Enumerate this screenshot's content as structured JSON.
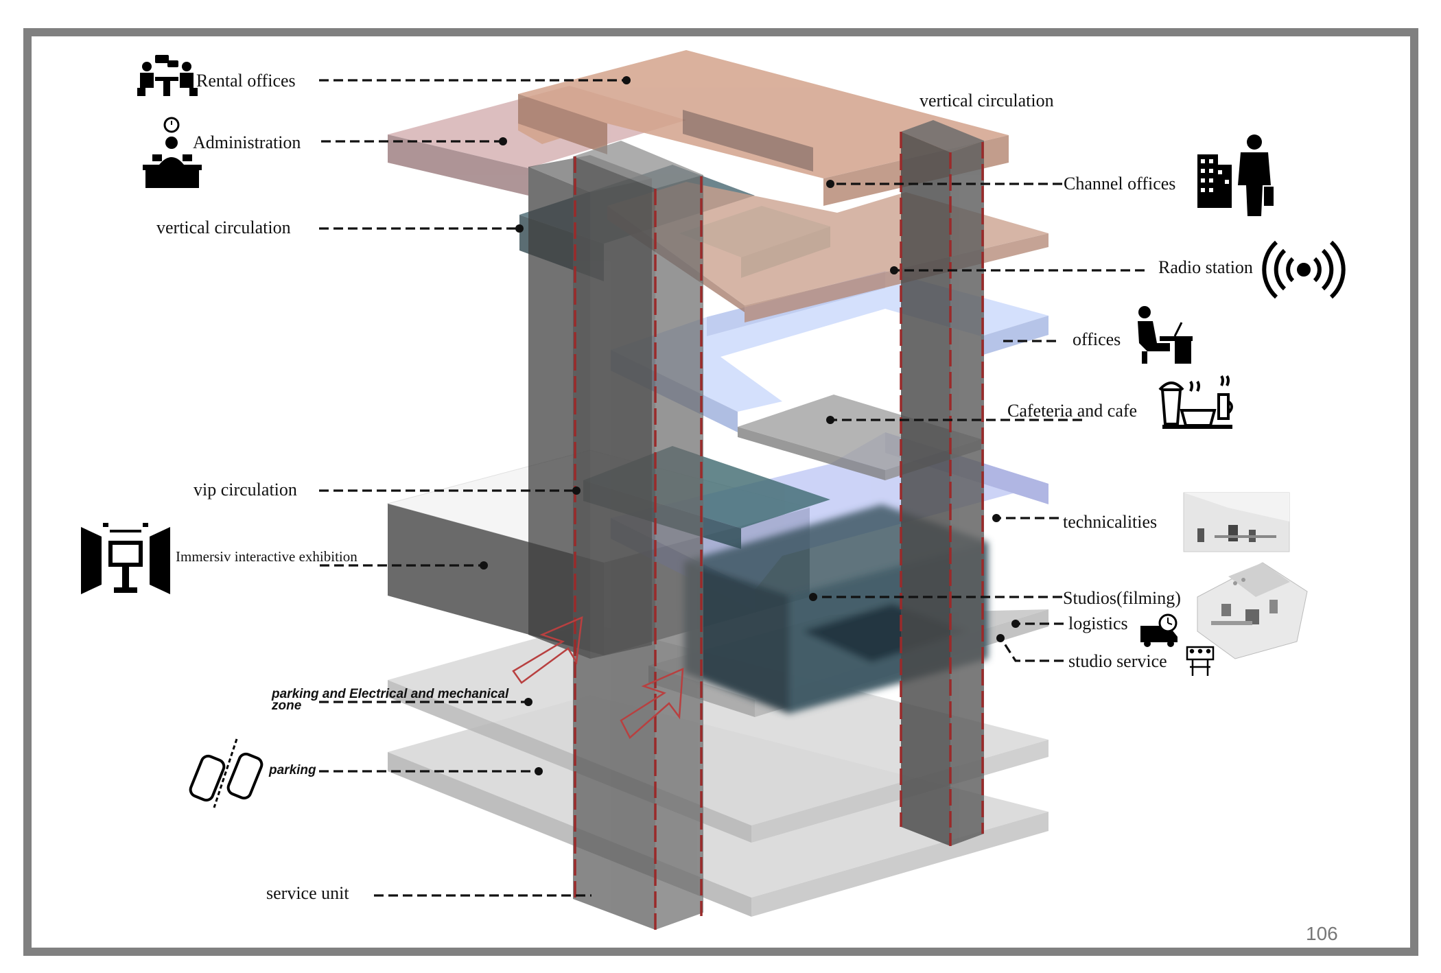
{
  "page_number": "106",
  "labels": {
    "rental_offices": "Rental  offices",
    "administration": "Administration",
    "vertical_circulation_left": "vertical circulation",
    "vertical_circulation_right": "vertical circulation",
    "channel_offices": "Channel offices",
    "radio_station": "Radio station",
    "offices": "offices",
    "cafeteria": "Cafeteria and cafe",
    "vip_circulation": "vip circulation",
    "technicalities": "technicalities",
    "immersive_exhibition": "Immersiv interactive exhibition",
    "studios": "Studios(filming)",
    "logistics": "logistics",
    "studio_service": "studio service",
    "parking_electrical_line1": "parking and Electrical and mechanical",
    "parking_electrical_line2": "zone",
    "parking": "parking",
    "service_unit": "service unit"
  },
  "icons": [
    "meeting-icon",
    "administration-desk-icon",
    "building-businessman-icon",
    "radio-broadcast-icon",
    "office-worker-icon",
    "coffee-cup-icon",
    "exhibition-screen-icon",
    "truck-clock-icon",
    "studio-service-icon",
    "cars-icon",
    "technicalities-photo",
    "studio-render-photo"
  ],
  "colors": {
    "frame": "#808080",
    "salmon_floor": "#c9937c",
    "pink_floor": "#c79a9f",
    "teal_volume": "#2f4f59",
    "blue_floor": "#a9bff2",
    "gray_floor": "#9a9a9a",
    "core": "#555555",
    "dashed_red": "#9a2a2a",
    "arrow_red": "#b84040"
  }
}
